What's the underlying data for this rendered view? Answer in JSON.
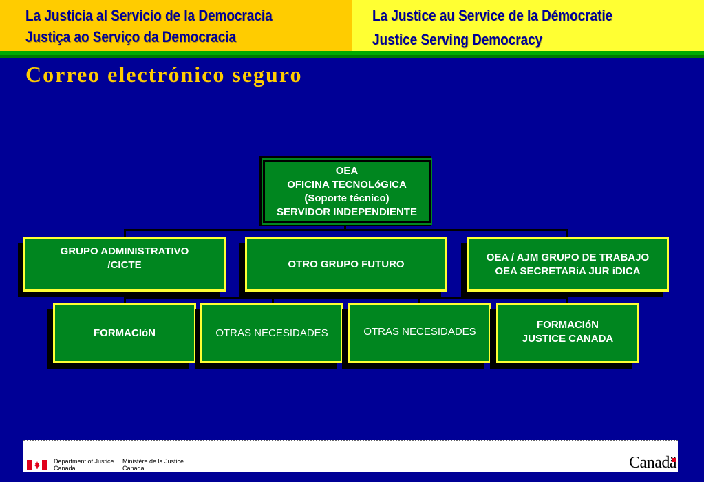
{
  "header": {
    "left_line1": "La Justicia al Servicio de la Democracia",
    "left_line2": "Justiça ao Serviço da Democracia",
    "right_line1": "La Justice au Service de la Démocratie",
    "right_line2": "Justice Serving Democracy"
  },
  "title": "Correo electrónico seguro",
  "org_chart": {
    "root": "OEA\nOFICINA TECNOLóGICA\n(Soporte técnico)\nSERVIDOR INDEPENDIENTE",
    "level1": [
      "GRUPO ADMINISTRATIVO\n/CICTE",
      "OTRO GRUPO FUTURO",
      "OEA / AJM GRUPO DE TRABAJO\nOEA  SECRETARíA JUR íDICA"
    ],
    "level2": [
      "FORMACIóN",
      "OTRAS NECESIDADES",
      "OTRAS NECESIDADES",
      "FORMACIóN\nJUSTICE CANADA"
    ]
  },
  "footer": {
    "dept_en": "Department of Justice\nCanada",
    "dept_fr": "Ministère de la Justice\nCanada",
    "wordmark": "Canadä"
  },
  "colors": {
    "background": "#000096",
    "header_left": "#ffcc00",
    "header_right": "#ffff33",
    "box_fill": "#00861f",
    "box_border": "#ffff33",
    "title": "#ffcc00"
  }
}
